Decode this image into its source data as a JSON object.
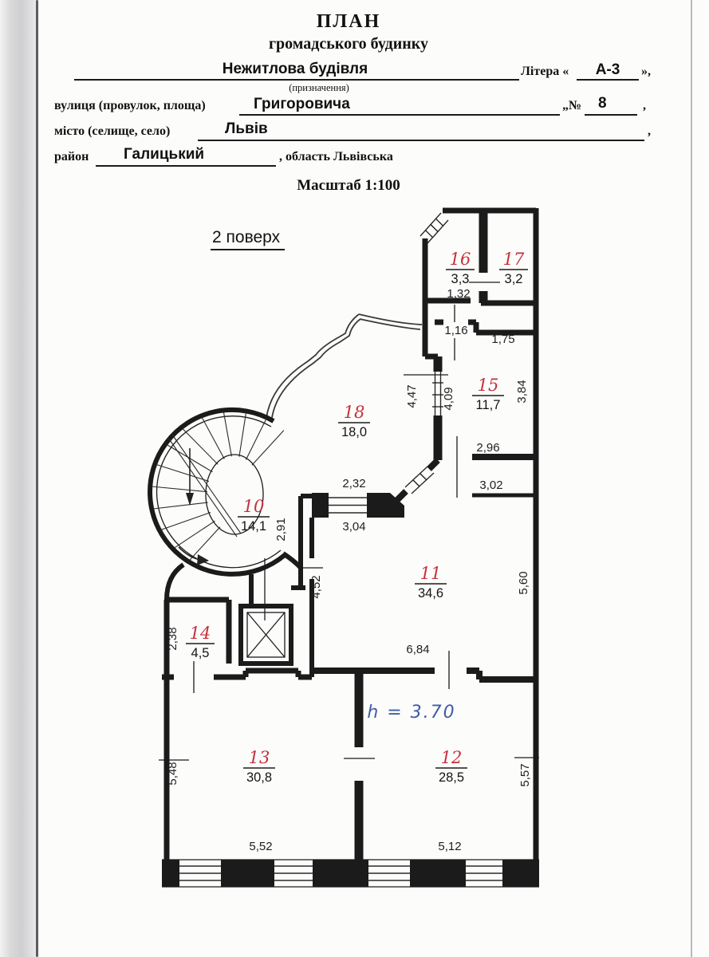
{
  "document": {
    "title": "ПЛАН",
    "subtitle": "громадського будинку",
    "purpose": {
      "value": "Нежитлова будівля",
      "caption": "(призначення)"
    },
    "litera": {
      "label": "Літера «",
      "value": "А-3",
      "suffix": "»,"
    },
    "street": {
      "label": "вулиця (провулок, площа)",
      "value": "Григоровича",
      "number_label": "„№",
      "number_value": "8",
      "comma": ","
    },
    "city": {
      "label": "місто (селище, село)",
      "value": "Львів",
      "comma": ","
    },
    "district": {
      "label": "район",
      "value": "Галицький",
      "oblast": ", область Львівська"
    },
    "scale": "Масштаб 1:100",
    "floor": "2 поверх"
  },
  "plan": {
    "height_note": "h = 3.70",
    "rooms": {
      "r10": {
        "number": "10",
        "area": "14,1"
      },
      "r11": {
        "number": "11",
        "area": "34,6"
      },
      "r12": {
        "number": "12",
        "area": "28,5"
      },
      "r13": {
        "number": "13",
        "area": "30,8"
      },
      "r14": {
        "number": "14",
        "area": "4,5"
      },
      "r15": {
        "number": "15",
        "area": "11,7"
      },
      "r16": {
        "number": "16",
        "area": "3,3"
      },
      "r17": {
        "number": "17",
        "area": "3,2"
      },
      "r18": {
        "number": "18",
        "area": "18,0"
      }
    },
    "dims": {
      "d132": "1,32",
      "d116": "1,16",
      "d175": "1,75",
      "d447": "4,47",
      "d409": "4,09",
      "d384": "3,84",
      "d296": "2,96",
      "d302": "3,02",
      "d232": "2,32",
      "d304": "3,04",
      "d291": "2,91",
      "d452": "4,52",
      "d560": "5,60",
      "d684": "6,84",
      "d238": "2,38",
      "d548": "5,48",
      "d552": "5,52",
      "d512": "5,12",
      "d557": "5,57"
    }
  },
  "colors": {
    "room_number_red": "#c5313d",
    "handwriting_blue": "#3e5da8",
    "wall_black": "#1b1b1b",
    "paper": "#fcfcfb"
  }
}
